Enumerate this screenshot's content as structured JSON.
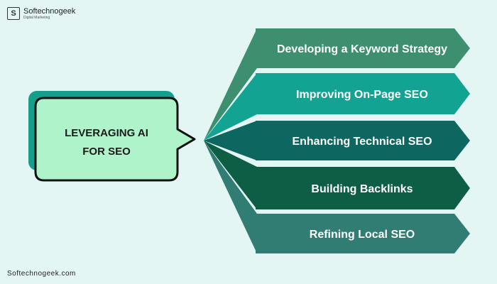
{
  "brand": {
    "name": "Softechnogeek",
    "tagline": "Digital Marketing",
    "logo_letter": "S"
  },
  "center": {
    "line1": "LEVERAGING AI",
    "line2": "FOR SEO"
  },
  "items": [
    {
      "label": "Developing a Keyword Strategy",
      "color": "#3d8f6f"
    },
    {
      "label": "Improving On-Page SEO",
      "color": "#12a393"
    },
    {
      "label": "Enhancing Technical SEO",
      "color": "#0e6660"
    },
    {
      "label": "Building Backlinks",
      "color": "#0d5e44"
    },
    {
      "label": "Refining Local SEO",
      "color": "#317c73"
    }
  ],
  "footer": "Softechnogeek.com",
  "colors": {
    "background": "#e3f6f3",
    "center_fill": "#aef3ca",
    "center_shadow": "#169e8c",
    "center_border": "#111111"
  }
}
